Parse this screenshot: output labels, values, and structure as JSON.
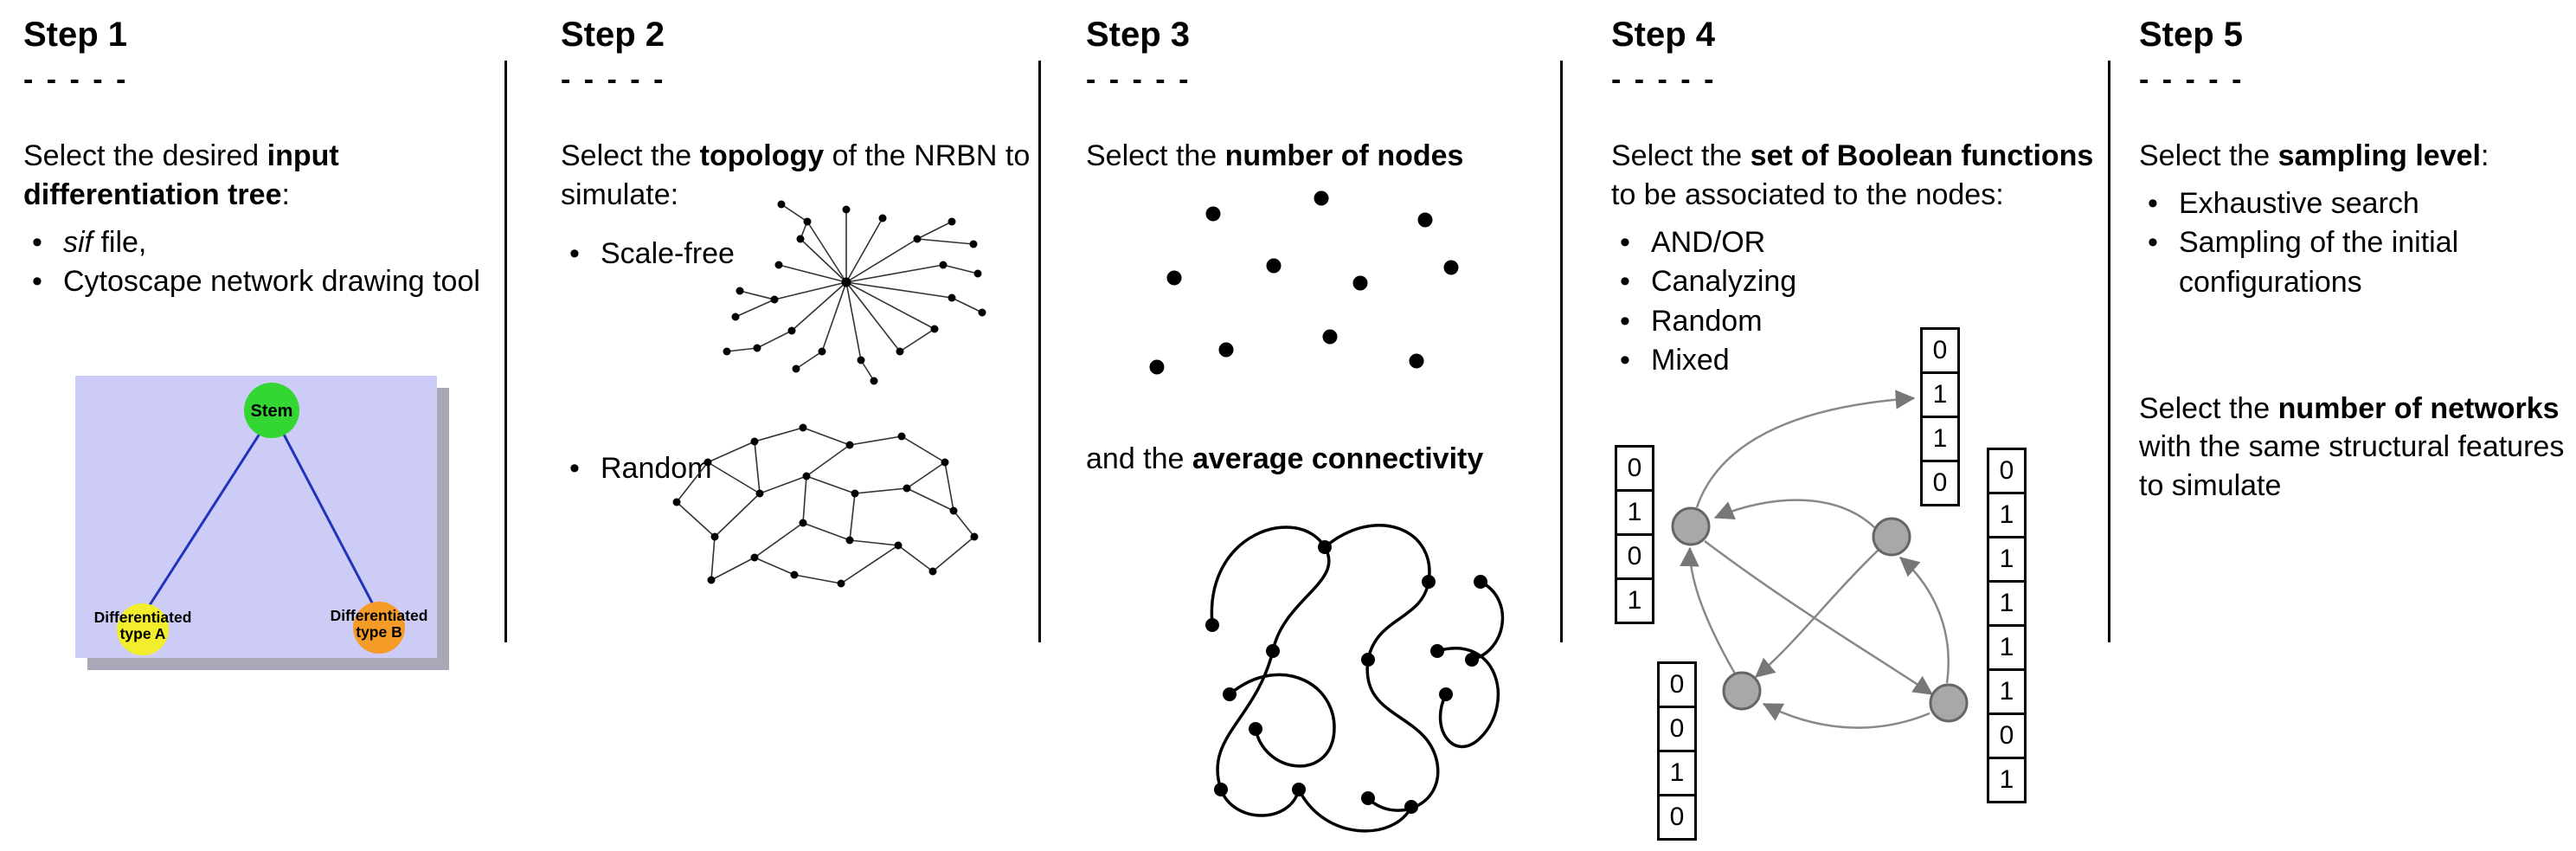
{
  "step1": {
    "title": "Step 1",
    "dashes": "- - - - -",
    "intro_pre": "Select the desired ",
    "intro_bold": "input differentiation tree",
    "intro_post": ":",
    "bullet1_italic": "sif",
    "bullet1_rest": " file,",
    "bullet2": "Cytoscape network drawing tool",
    "tree": {
      "root_label": "Stem",
      "left_label_line1": "Differentiated",
      "left_label_line2": "type A",
      "right_label_line1": "Differentiated",
      "right_label_line2": "type B",
      "colors": {
        "background": "#ccccf7",
        "shadow": "#a8a8b8",
        "root": "#33d633",
        "left": "#f2ee2c",
        "right": "#f59b27",
        "edge": "#2233bb"
      }
    }
  },
  "step2": {
    "title": "Step 2",
    "dashes": "- - - - -",
    "intro_pre": "Select the ",
    "intro_bold": "topology",
    "intro_post": " of the NRBN to simulate:",
    "bullet1": "Scale-free",
    "bullet2": "Random"
  },
  "step3": {
    "title": "Step 3",
    "dashes": "- - - - -",
    "line1_pre": "Select the ",
    "line1_bold": "number of nodes",
    "line2_pre": "and the ",
    "line2_bold": "average connectivity"
  },
  "step4": {
    "title": "Step 4",
    "dashes": "- - - - -",
    "intro_pre": "Select the ",
    "intro_bold": "set of Boolean functions",
    "intro_post": " to be associated to the nodes:",
    "bullets": [
      "AND/OR",
      "Canalyzing",
      "Random",
      "Mixed"
    ],
    "node_color": "#a8a8a8",
    "tables": {
      "top": [
        "0",
        "1",
        "1",
        "0"
      ],
      "left": [
        "0",
        "1",
        "0",
        "1"
      ],
      "bottom_left": [
        "0",
        "0",
        "1",
        "0"
      ],
      "right": [
        "0",
        "1",
        "1",
        "1",
        "1",
        "1",
        "0",
        "1"
      ]
    }
  },
  "step5": {
    "title": "Step 5",
    "dashes": "- - - - -",
    "intro_pre": "Select the ",
    "intro_bold": "sampling level",
    "intro_post": ":",
    "bullets": [
      "Exhaustive search",
      "Sampling of the initial configurations"
    ],
    "second_pre": "Select the ",
    "second_bold": "number of networks",
    "second_post": " with the same structural features to simulate"
  }
}
